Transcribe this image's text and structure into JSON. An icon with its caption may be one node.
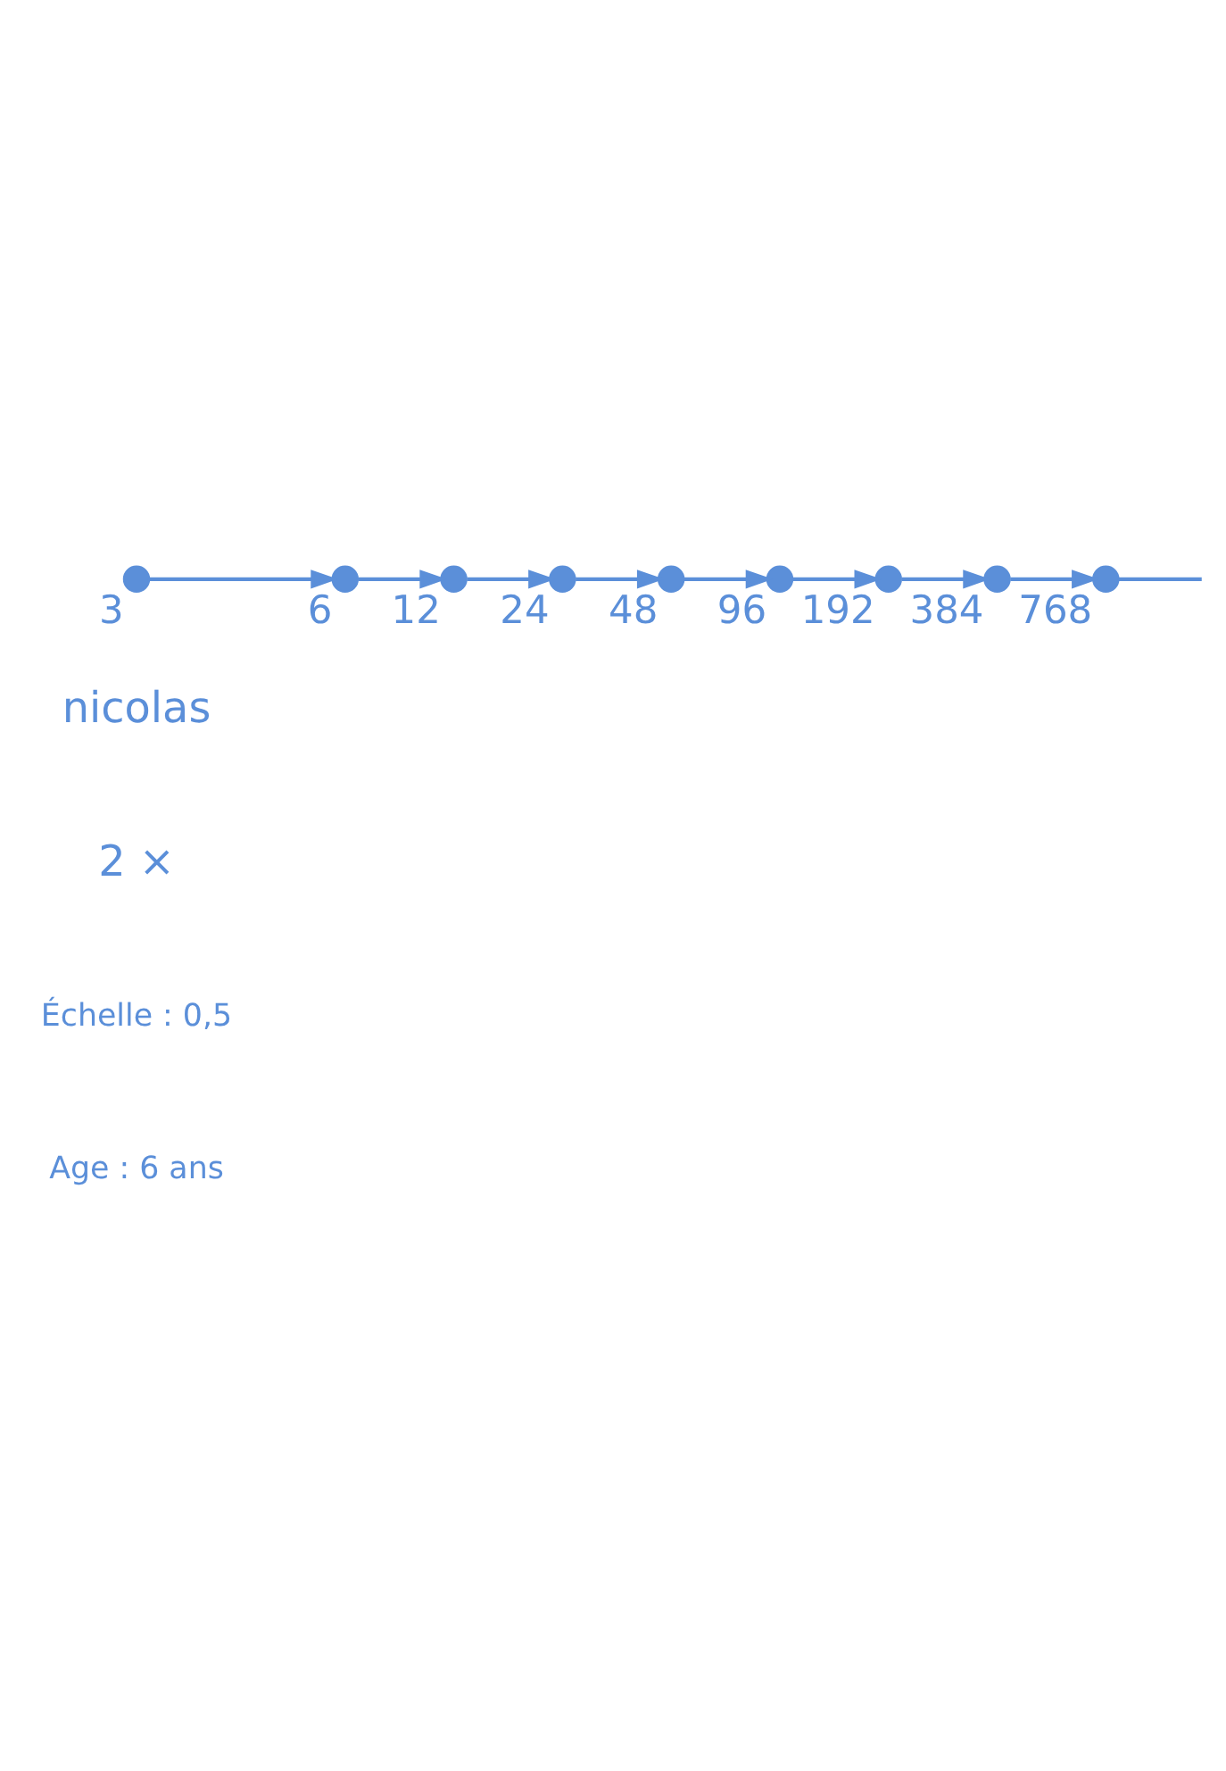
{
  "diagram": {
    "nodes": [
      {
        "text": [],
        "shape": "circle",
        "beside": [
          "3"
        ]
      },
      {
        "text": [],
        "shape": "circle",
        "beside": [
          "6"
        ]
      },
      {
        "text": [],
        "shape": "circle",
        "beside": [
          "12"
        ]
      },
      {
        "text": [],
        "shape": "circle",
        "beside": [
          "24"
        ]
      },
      {
        "text": [],
        "shape": "circle",
        "beside": [
          "48"
        ]
      },
      {
        "text": [],
        "shape": "circle",
        "beside": [
          "96"
        ]
      },
      {
        "text": [],
        "shape": "circle",
        "beside": [
          "192"
        ]
      },
      {
        "text": [],
        "shape": "circle",
        "beside": [
          "384"
        ]
      },
      {
        "text": [],
        "shape": "circle",
        "beside": [
          "768"
        ]
      }
    ],
    "edges": [
      {
        "from": 0,
        "to": 1,
        "arrow": "to"
      },
      {
        "from": 1,
        "to": 2,
        "arrow": "to"
      },
      {
        "from": 2,
        "to": 3,
        "arrow": "to"
      },
      {
        "from": 3,
        "to": 4,
        "arrow": "to"
      },
      {
        "from": 4,
        "to": 5,
        "arrow": "to"
      },
      {
        "from": 5,
        "to": 6,
        "arrow": "to"
      },
      {
        "from": 6,
        "to": 7,
        "arrow": "to"
      },
      {
        "from": 7,
        "to": 8,
        "arrow": "to"
      },
      {
        "from": 8,
        "to": null,
        "arrow": "none"
      }
    ],
    "labels": [
      "nicolas",
      "2 ×",
      "Échelle : 0,5",
      "Age : 6 ans"
    ]
  }
}
